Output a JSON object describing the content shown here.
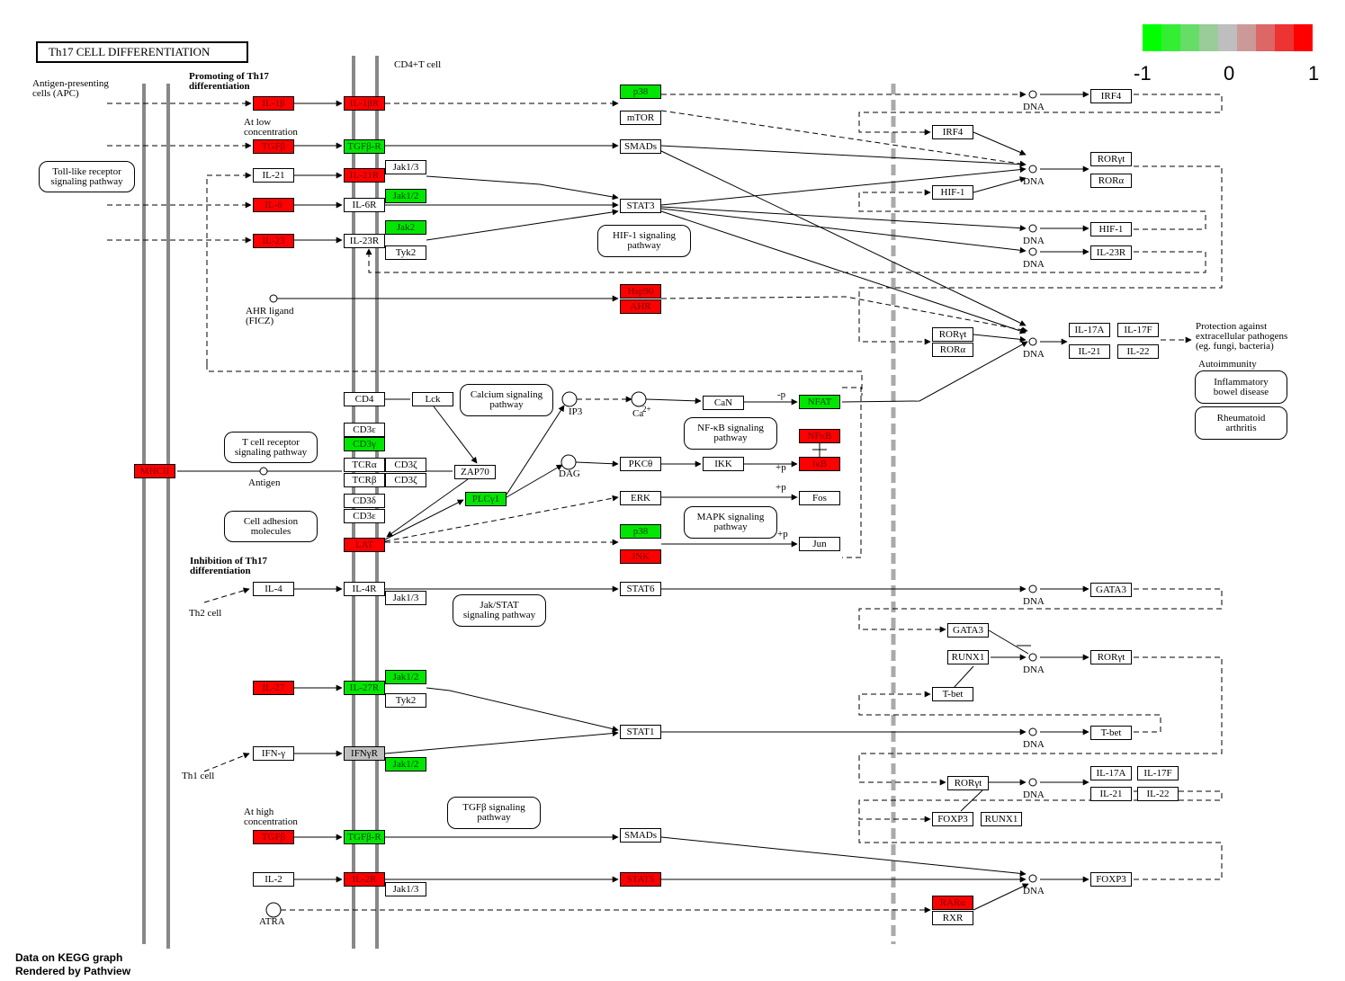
{
  "title": "Th17 CELL DIFFERENTIATION",
  "legend": {
    "colors": [
      "#00ff00",
      "#33ee33",
      "#66dd66",
      "#99cc99",
      "#bebebe",
      "#cc9999",
      "#dd6666",
      "#ee3333",
      "#ff0000"
    ],
    "ticks": [
      "-1",
      "0",
      "1"
    ]
  },
  "footer": {
    "line1": "Data on KEGG graph",
    "line2": "Rendered by Pathview"
  },
  "labels": {
    "apc": "Antigen-presenting\ncells (APC)",
    "cd4t": "CD4+T cell",
    "promoting": "Promoting of Th17\ndifferentiation",
    "low_conc": "At low\nconcentration",
    "high_conc": "At high\nconcentration",
    "inhibition": "Inhibition of Th17\ndifferentiation",
    "ahr_ligand": "AHR ligand\n(FICZ)",
    "antigen": "Antigen",
    "th2": "Th2 cell",
    "th1": "Th1 cell",
    "atra": "ATRA",
    "ip3": "IP3",
    "dag": "DAG",
    "ca": "Ca",
    "ca_sup": "2+",
    "protection": "Protection against\nextracellular pathogens\n(eg. fungi, bacteria)",
    "autoimmunity": "Autoimmunity",
    "p_nfat": "-p",
    "p_ikb": "+p",
    "p_fos": "+p",
    "p_jun": "+p",
    "dna": "DNA"
  },
  "pathways": {
    "tlr": "Toll-like receptor\nsignaling pathway",
    "hif1": "HIF-1 signaling\npathway",
    "calcium": "Calcium signaling\npathway",
    "tcr": "T cell receptor\nsignaling pathway",
    "nfkb": "NF-κB signaling\npathway",
    "cam": "Cell adhesion\nmolecules",
    "mapk": "MAPK signaling\npathway",
    "jakstat": "Jak/STAT\nsignaling pathway",
    "tgfb": "TGFβ signaling\npathway",
    "ibd": "Inflammatory\nbowel disease",
    "ra": "Rheumatoid\narthritis"
  },
  "nodes": {
    "il1b": {
      "label": "IL-1β",
      "state": "up"
    },
    "il1br": {
      "label": "IL-1βR",
      "state": "up"
    },
    "tgfb1": {
      "label": "TGFβ",
      "state": "up"
    },
    "tgfbr1": {
      "label": "TGFβ-R",
      "state": "down"
    },
    "il21": {
      "label": "IL-21",
      "state": "none"
    },
    "il21r": {
      "label": "IL-21R",
      "state": "up"
    },
    "jak13a": {
      "label": "Jak1/3",
      "state": "none"
    },
    "il6": {
      "label": "IL-6",
      "state": "up"
    },
    "il6r": {
      "label": "IL-6R",
      "state": "none"
    },
    "jak12a": {
      "label": "Jak1/2",
      "state": "down"
    },
    "il23": {
      "label": "IL-23",
      "state": "up"
    },
    "il23r": {
      "label": "IL-23R",
      "state": "none"
    },
    "jak2": {
      "label": "Jak2",
      "state": "down"
    },
    "tyk2a": {
      "label": "Tyk2",
      "state": "none"
    },
    "p38a": {
      "label": "p38",
      "state": "down"
    },
    "mtor": {
      "label": "mTOR",
      "state": "none"
    },
    "smads1": {
      "label": "SMADs",
      "state": "none"
    },
    "stat3a": {
      "label": "STAT3",
      "state": "none"
    },
    "hsp90": {
      "label": "Hsp90",
      "state": "up"
    },
    "ahr": {
      "label": "AHR",
      "state": "up"
    },
    "irf4a": {
      "label": "IRF4",
      "state": "none"
    },
    "irf4b": {
      "label": "IRF4",
      "state": "none"
    },
    "roryt1": {
      "label": "RORγt",
      "state": "none"
    },
    "rora1": {
      "label": "RORα",
      "state": "none"
    },
    "hif1a": {
      "label": "HIF-1",
      "state": "none"
    },
    "hif1b": {
      "label": "HIF-1",
      "state": "none"
    },
    "il23rb": {
      "label": "IL-23R",
      "state": "none"
    },
    "roryt2": {
      "label": "RORγt",
      "state": "none"
    },
    "rora2": {
      "label": "RORα",
      "state": "none"
    },
    "il17a1": {
      "label": "IL-17A",
      "state": "none"
    },
    "il17f1": {
      "label": "IL-17F",
      "state": "none"
    },
    "il21b": {
      "label": "IL-21",
      "state": "none"
    },
    "il22a": {
      "label": "IL-22",
      "state": "none"
    },
    "cd4": {
      "label": "CD4",
      "state": "none"
    },
    "lck": {
      "label": "Lck",
      "state": "none"
    },
    "cd3e1": {
      "label": "CD3ε",
      "state": "none"
    },
    "cd3g": {
      "label": "CD3γ",
      "state": "down"
    },
    "tcra": {
      "label": "TCRα",
      "state": "none"
    },
    "cd3z1": {
      "label": "CD3ζ",
      "state": "none"
    },
    "tcrb": {
      "label": "TCRβ",
      "state": "none"
    },
    "cd3z2": {
      "label": "CD3ζ",
      "state": "none"
    },
    "cd3d": {
      "label": "CD3δ",
      "state": "none"
    },
    "cd3e2": {
      "label": "CD3ε",
      "state": "none"
    },
    "zap70": {
      "label": "ZAP70",
      "state": "none"
    },
    "lat": {
      "label": "LAT",
      "state": "up"
    },
    "plcg1": {
      "label": "PLCγ1",
      "state": "down"
    },
    "mhcii": {
      "label": "MHCII",
      "state": "up"
    },
    "can": {
      "label": "CaN",
      "state": "none"
    },
    "nfat": {
      "label": "NFAT",
      "state": "down"
    },
    "pkct": {
      "label": "PKCθ",
      "state": "none"
    },
    "ikk": {
      "label": "IKK",
      "state": "none"
    },
    "nfkb": {
      "label": "NFκB",
      "state": "up"
    },
    "ikb": {
      "label": "IκB",
      "state": "up"
    },
    "erk": {
      "label": "ERK",
      "state": "none"
    },
    "fos": {
      "label": "Fos",
      "state": "none"
    },
    "p38b": {
      "label": "p38",
      "state": "down"
    },
    "jnk": {
      "label": "JNK",
      "state": "up"
    },
    "jun": {
      "label": "Jun",
      "state": "none"
    },
    "il4": {
      "label": "IL-4",
      "state": "none"
    },
    "il4r": {
      "label": "IL-4R",
      "state": "none"
    },
    "jak13b": {
      "label": "Jak1/3",
      "state": "none"
    },
    "stat6": {
      "label": "STAT6",
      "state": "none"
    },
    "gata3a": {
      "label": "GATA3",
      "state": "none"
    },
    "gata3b": {
      "label": "GATA3",
      "state": "none"
    },
    "runx1a": {
      "label": "RUNX1",
      "state": "none"
    },
    "roryt3": {
      "label": "RORγt",
      "state": "none"
    },
    "tbet1": {
      "label": "T-bet",
      "state": "none"
    },
    "il27": {
      "label": "IL-27",
      "state": "up"
    },
    "il27r": {
      "label": "IL-27R",
      "state": "down"
    },
    "jak12b": {
      "label": "Jak1/2",
      "state": "down"
    },
    "tyk2b": {
      "label": "Tyk2",
      "state": "none"
    },
    "stat1": {
      "label": "STAT1",
      "state": "none"
    },
    "tbet2": {
      "label": "T-bet",
      "state": "none"
    },
    "ifng": {
      "label": "IFN-γ",
      "state": "none"
    },
    "ifngr": {
      "label": "IFNγR",
      "state": "zero"
    },
    "jak12c": {
      "label": "Jak1/2",
      "state": "down"
    },
    "roryt4": {
      "label": "RORγt",
      "state": "none"
    },
    "il17a2": {
      "label": "IL-17A",
      "state": "none"
    },
    "il17f2": {
      "label": "IL-17F",
      "state": "none"
    },
    "il21c": {
      "label": "IL-21",
      "state": "none"
    },
    "il22b": {
      "label": "IL-22",
      "state": "none"
    },
    "foxp3a": {
      "label": "FOXP3",
      "state": "none"
    },
    "runx1b": {
      "label": "RUNX1",
      "state": "none"
    },
    "tgfb2": {
      "label": "TGFβ",
      "state": "up"
    },
    "tgfbr2": {
      "label": "TGFβ-R",
      "state": "down"
    },
    "smads2": {
      "label": "SMADs",
      "state": "none"
    },
    "il2": {
      "label": "IL-2",
      "state": "none"
    },
    "il2r": {
      "label": "IL-2R",
      "state": "up"
    },
    "jak13c": {
      "label": "Jak1/3",
      "state": "none"
    },
    "stat5": {
      "label": "STAT5",
      "state": "up"
    },
    "rara": {
      "label": "RARα",
      "state": "up"
    },
    "rxr": {
      "label": "RXR",
      "state": "none"
    },
    "foxp3b": {
      "label": "FOXP3",
      "state": "none"
    }
  }
}
